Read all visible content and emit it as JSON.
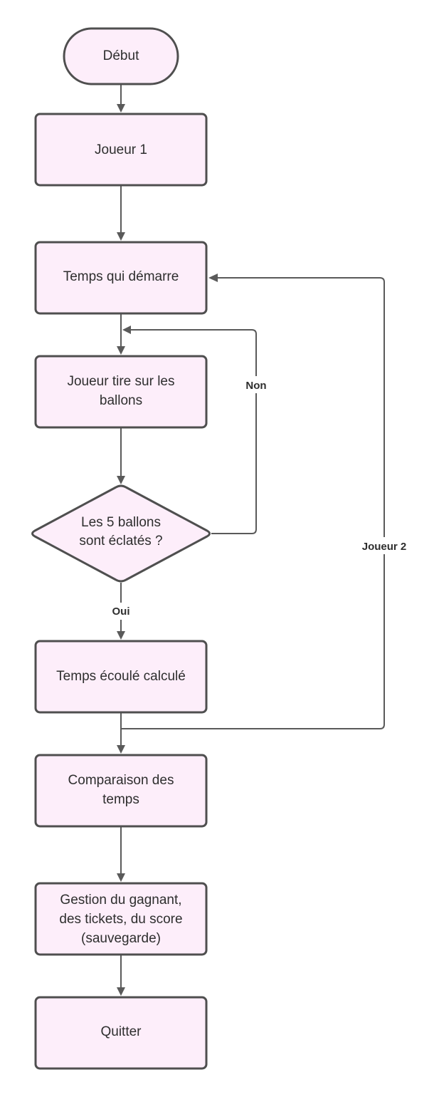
{
  "colors": {
    "node_fill": "#fdeefa",
    "node_stroke": "#4f4f4f",
    "connector": "#5a5a5a",
    "text": "#2e2e2e"
  },
  "nodes": {
    "start": {
      "label": "Début"
    },
    "player1": {
      "label": "Joueur 1"
    },
    "timer_start": {
      "label": "Temps qui démarre"
    },
    "shoot": {
      "line1": "Joueur tire sur les",
      "line2": "ballons"
    },
    "decision": {
      "line1": "Les 5 ballons",
      "line2": "sont éclatés ?"
    },
    "elapsed": {
      "label": "Temps écoulé calculé"
    },
    "compare": {
      "line1": "Comparaison des",
      "line2": "temps"
    },
    "winner": {
      "line1": "Gestion du gagnant,",
      "line2": "des tickets, du score",
      "line3": "(sauvegarde)"
    },
    "quit": {
      "label": "Quitter"
    }
  },
  "edges": {
    "no_label": "Non",
    "yes_label": "Oui",
    "player2_label": "Joueur 2"
  }
}
